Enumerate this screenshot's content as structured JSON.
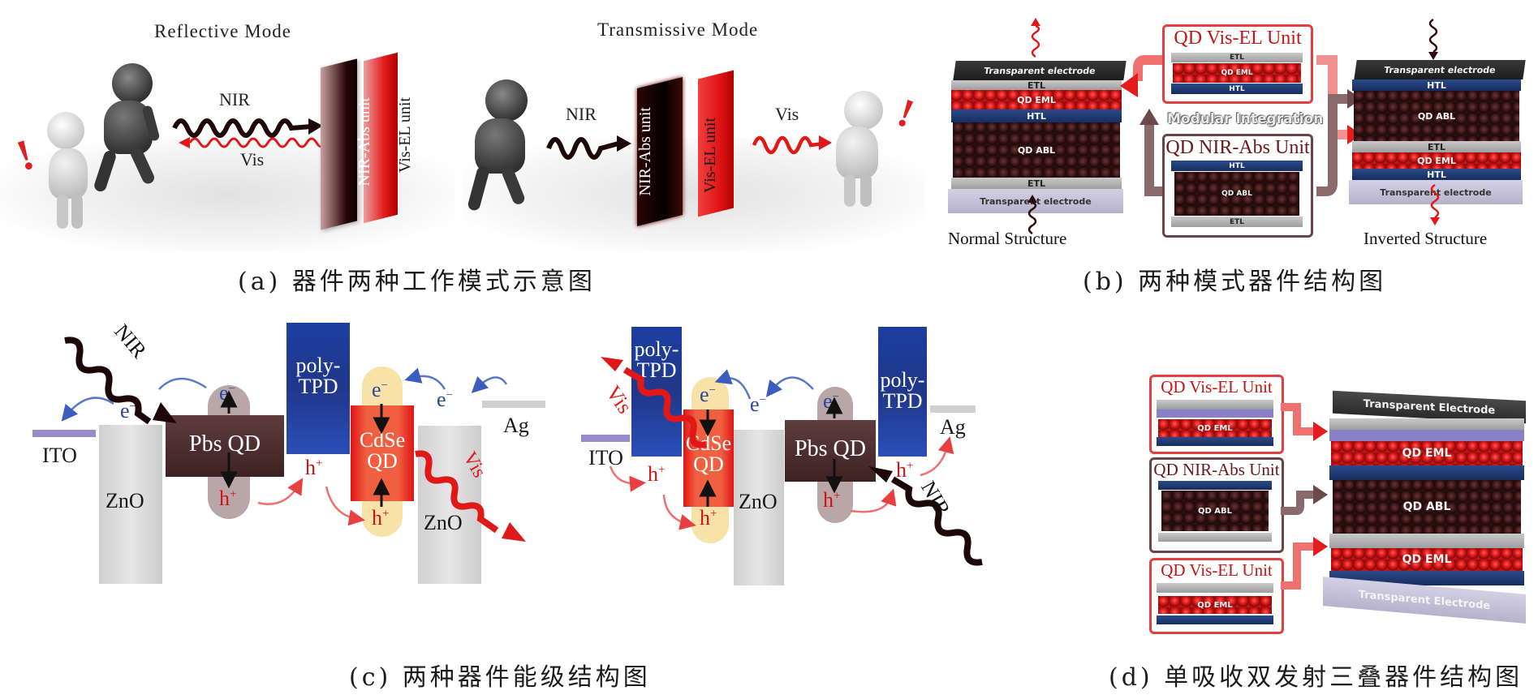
{
  "panel_a": {
    "caption": "(a) 器件两种工作模式示意图",
    "reflective": {
      "title": "Reflective Mode",
      "incoming_wave": "NIR",
      "outgoing_wave": "Vis",
      "absorber_label": "NIR-Abs unit",
      "emitter_label": "Vis-EL unit",
      "alert_glyph": "!"
    },
    "transmissive": {
      "title": "Transmissive Mode",
      "incoming_wave": "NIR",
      "outgoing_wave": "Vis",
      "absorber_label": "NIR-Abs unit",
      "emitter_label": "Vis-EL unit",
      "alert_glyph": "!"
    }
  },
  "panel_b": {
    "caption": "(b) 两种模式器件结构图",
    "normal_structure": {
      "label": "Normal Structure",
      "layers": [
        "Transparent electrode",
        "ETL",
        "QD EML",
        "HTL",
        "QD ABL",
        "ETL",
        "Transparent electrode"
      ]
    },
    "inverted_structure": {
      "label": "Inverted Structure",
      "layers": [
        "Transparent electrode",
        "HTL",
        "QD ABL",
        "ETL",
        "QD EML",
        "HTL",
        "Transparent electrode"
      ]
    },
    "vis_el_unit": {
      "title": "QD Vis-EL Unit",
      "layers": [
        "ETL",
        "QD EML",
        "HTL"
      ]
    },
    "nir_abs_unit": {
      "title": "QD NIR-Abs Unit",
      "layers": [
        "HTL",
        "QD ABL",
        "ETL"
      ]
    },
    "integration_label": "Modular Integration"
  },
  "panel_c": {
    "caption": "(c) 两种器件能级结构图",
    "left_diagram": {
      "electrodes": [
        "ITO",
        "Ag"
      ],
      "bands": [
        "ZnO",
        "Pbs QD",
        "poly-TPD",
        "CdSe QD",
        "ZnO"
      ],
      "poly_tpd_lines": [
        "poly-",
        "TPD"
      ],
      "cdse_lines": [
        "CdSe",
        "QD"
      ],
      "incoming_wave": "NIR",
      "outgoing_wave": "Vis",
      "electron": "e",
      "electron_charge": "−",
      "hole": "h",
      "hole_charge": "+"
    },
    "right_diagram": {
      "electrodes": [
        "ITO",
        "Ag"
      ],
      "bands": [
        "poly-TPD",
        "CdSe QD",
        "ZnO",
        "Pbs QD",
        "poly-TPD"
      ],
      "poly_tpd_lines": [
        "poly-",
        "TPD"
      ],
      "cdse_lines": [
        "CdSe",
        "QD"
      ],
      "incoming_wave": "NIR",
      "outgoing_wave": "Vis",
      "electron": "e",
      "electron_charge": "−",
      "hole": "h",
      "hole_charge": "+"
    }
  },
  "panel_d": {
    "caption": "(d) 单吸收双发射三叠器件结构图",
    "units": [
      {
        "title": "QD Vis-EL Unit",
        "core_label": "QD EML"
      },
      {
        "title": "QD NIR-Abs Unit",
        "core_label": "QD ABL"
      },
      {
        "title": "QD Vis-EL Unit",
        "core_label": "QD EML"
      }
    ],
    "stack_layers": [
      "Transparent Electrode",
      "QD EML",
      "QD ABL",
      "QD EML",
      "Transparent Electrode"
    ]
  },
  "colors": {
    "nir": "#2a0a0a",
    "vis": "#e01818",
    "electron": "#2846a0",
    "hole": "#d01414",
    "poly_tpd": "#1f3f8c",
    "pbs": "#4a2a2a",
    "cdse": "#e8301e",
    "zno": "#d8d8d8",
    "ito": "#9a8ccc"
  }
}
